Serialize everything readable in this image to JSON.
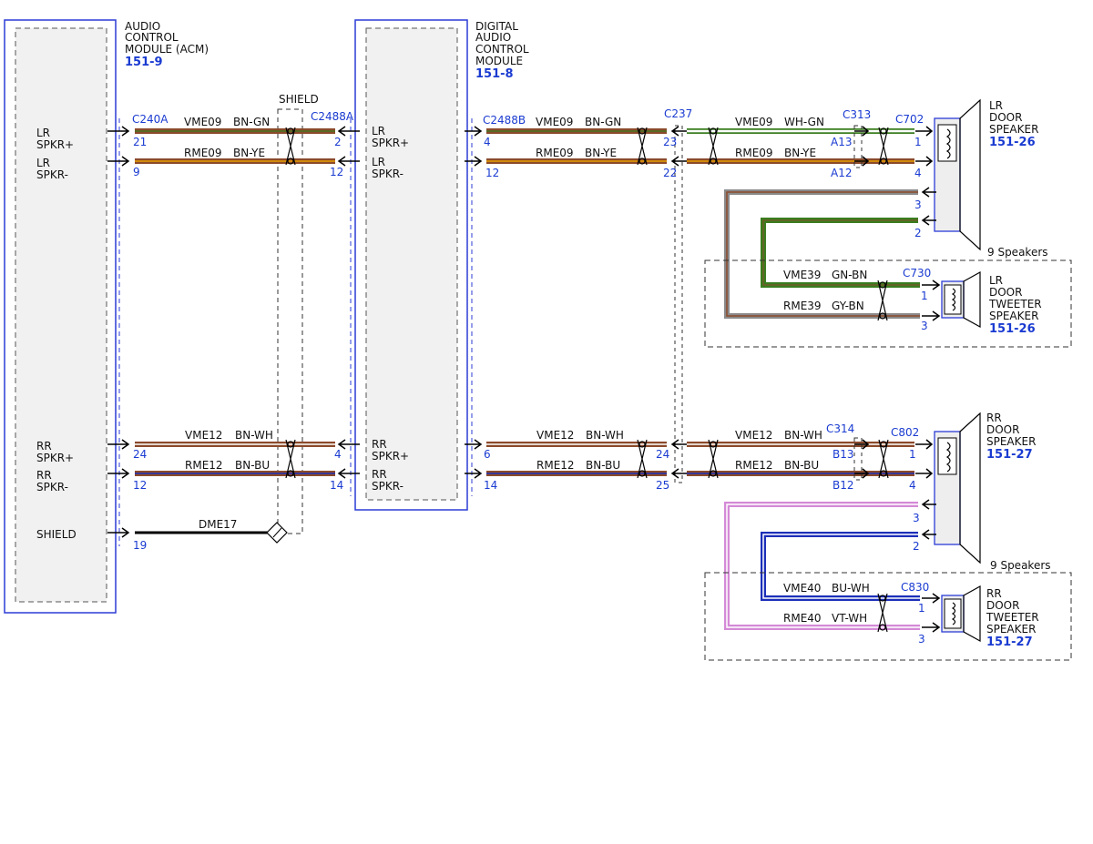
{
  "modules": {
    "acm": {
      "name_lines": [
        "AUDIO",
        "CONTROL",
        "MODULE (ACM)"
      ],
      "ref": "151-9",
      "pins": [
        [
          "LR",
          "SPKR+"
        ],
        [
          "LR",
          "SPKR-"
        ],
        [
          "RR",
          "SPKR+"
        ],
        [
          "RR",
          "SPKR-"
        ],
        [
          "SHIELD"
        ]
      ]
    },
    "dacm": {
      "name_lines": [
        "DIGITAL",
        "AUDIO",
        "CONTROL",
        "MODULE"
      ],
      "ref": "151-8",
      "pins": [
        [
          "LR",
          "SPKR+"
        ],
        [
          "LR",
          "SPKR-"
        ],
        [
          "RR",
          "SPKR+"
        ],
        [
          "RR",
          "SPKR-"
        ]
      ]
    },
    "lr_door_speaker": {
      "name_lines": [
        "LR",
        "DOOR",
        "SPEAKER"
      ],
      "ref": "151-26"
    },
    "lr_tweeter": {
      "name_lines": [
        "LR",
        "DOOR",
        "TWEETER",
        "SPEAKER"
      ],
      "ref": "151-26"
    },
    "rr_door_speaker": {
      "name_lines": [
        "RR",
        "DOOR",
        "SPEAKER"
      ],
      "ref": "151-27"
    },
    "rr_tweeter": {
      "name_lines": [
        "RR",
        "DOOR",
        "TWEETER",
        "SPEAKER"
      ],
      "ref": "151-27"
    }
  },
  "shield_label": "SHIELD",
  "option_label": "9 Speakers",
  "connectors": {
    "c240a": "C240A",
    "c2488a": "C2488A",
    "c2488b": "C2488B",
    "c237": "C237",
    "c313": "C313",
    "c702": "C702",
    "c730": "C730",
    "c314": "C314",
    "c802": "C802",
    "c830": "C830"
  },
  "pins": {
    "acm": [
      "21",
      "9",
      "24",
      "12",
      "19"
    ],
    "c2488a": [
      "2",
      "12",
      "4",
      "14"
    ],
    "c2488b": [
      "4",
      "12",
      "6",
      "14"
    ],
    "c237": [
      "23",
      "22",
      "24",
      "25"
    ],
    "c313": [
      "A13",
      "A12"
    ],
    "c314": [
      "B13",
      "B12"
    ],
    "c702": [
      "1",
      "4",
      "3",
      "2"
    ],
    "c730": [
      "1",
      "3"
    ],
    "c802": [
      "1",
      "4",
      "3",
      "2"
    ],
    "c830": [
      "1",
      "3"
    ]
  },
  "wires": {
    "vme09": {
      "circuit": "VME09",
      "color": "BN-GN"
    },
    "rme09": {
      "circuit": "RME09",
      "color": "BN-YE"
    },
    "vme09_door": {
      "circuit": "VME09",
      "color": "WH-GN"
    },
    "vme12": {
      "circuit": "VME12",
      "color": "BN-WH"
    },
    "rme12": {
      "circuit": "RME12",
      "color": "BN-BU"
    },
    "dme17": {
      "circuit": "DME17"
    },
    "vme39": {
      "circuit": "VME39",
      "color": "GN-BN"
    },
    "rme39": {
      "circuit": "RME39",
      "color": "GY-BN"
    },
    "vme40": {
      "circuit": "VME40",
      "color": "BU-WH"
    },
    "rme40": {
      "circuit": "RME40",
      "color": "VT-WH"
    }
  },
  "colors": {
    "brown": "#8b4a2b",
    "green": "#3a7d1f",
    "yellow": "#e8a000",
    "white": "#ffffff",
    "blue": "#1c2fb8",
    "gray": "#8a8a8a",
    "violet": "#d48ad6",
    "module_border": "#2b3cd6",
    "connector_text": "#1a3bd1"
  }
}
